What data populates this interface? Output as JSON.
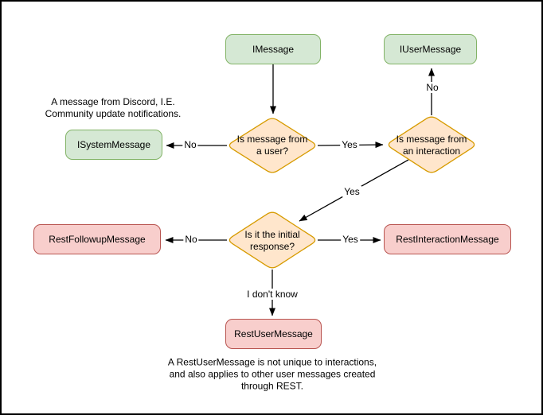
{
  "palette": {
    "canvas_bg": "#ffffff",
    "canvas_border": "#000000",
    "green_fill": "#d5e8d4",
    "green_stroke": "#82b366",
    "orange_fill": "#ffe6cc",
    "orange_stroke": "#d79b00",
    "red_fill": "#f8cecc",
    "red_stroke": "#b85450",
    "line_color": "#000000",
    "text_color": "#000000"
  },
  "nodes": {
    "imessage": {
      "label": "IMessage"
    },
    "iusermessage": {
      "label": "IUserMessage"
    },
    "isystemmessage": {
      "label": "ISystemMessage"
    },
    "restfollowup": {
      "label": "RestFollowupMessage"
    },
    "restinteraction": {
      "label": "RestInteractionMessage"
    },
    "restuser": {
      "label": "RestUserMessage"
    }
  },
  "decisions": {
    "is_from_user": {
      "line1": "Is message from",
      "line2": "a user?"
    },
    "is_from_interaction": {
      "line1": "Is message from",
      "line2": "an interaction"
    },
    "is_initial_response": {
      "line1": "Is it the initial",
      "line2": "response?"
    }
  },
  "edge_labels": {
    "user_no": "No",
    "user_yes": "Yes",
    "interaction_no": "No",
    "interaction_yes": "Yes",
    "initial_no": "No",
    "initial_yes": "Yes",
    "initial_unknown": "I don't know"
  },
  "annotations": {
    "system_note": {
      "line1": "A message from Discord, I.E.",
      "line2": "Community update notifications."
    },
    "restuser_note": {
      "line1": "A RestUserMessage is not unique to interactions,",
      "line2": "and also applies to other user messages created",
      "line3": "through REST."
    }
  }
}
